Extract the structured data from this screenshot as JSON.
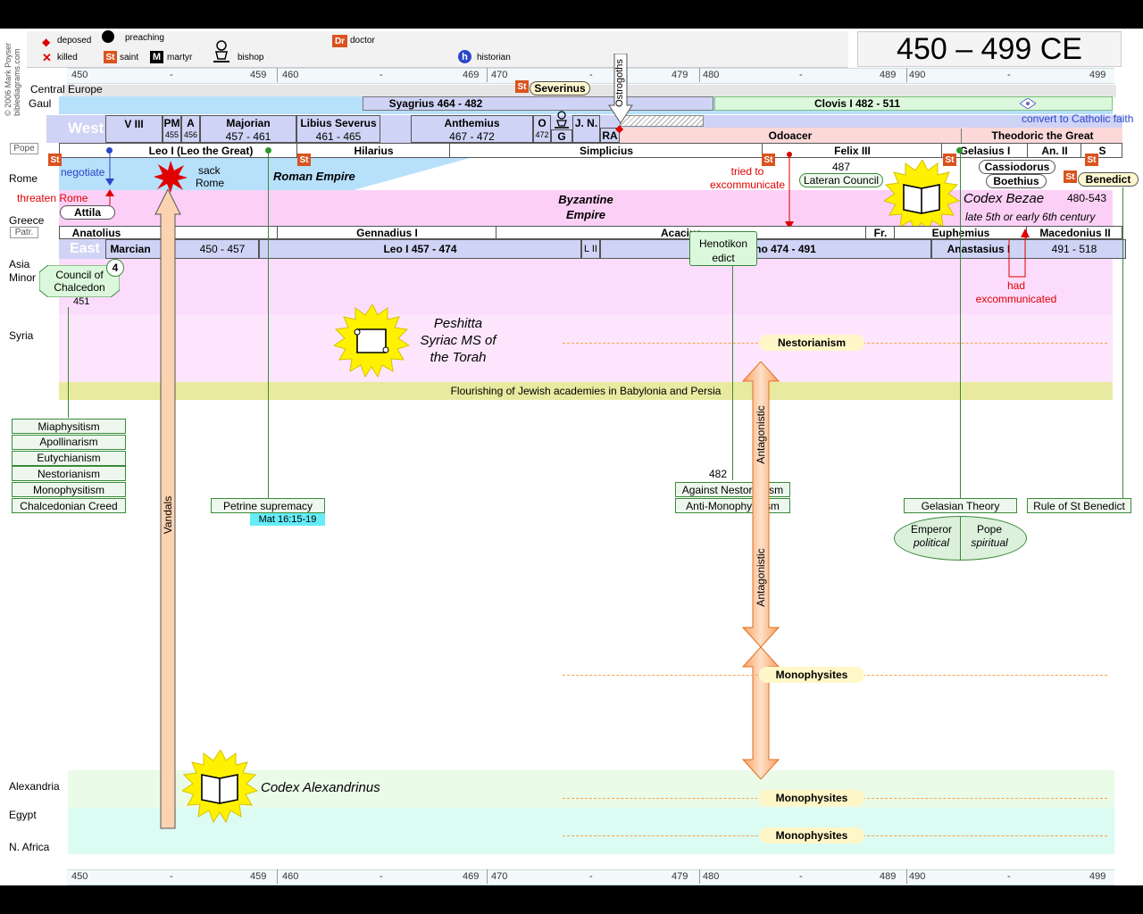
{
  "title": "450 – 499 CE",
  "copyright": [
    "© 2006 Mark Poyser",
    "biblediagrams.com"
  ],
  "legend": {
    "deposed": "deposed",
    "killed": "killed",
    "preaching": "preaching",
    "saint": "saint",
    "martyr": "martyr",
    "bishop": "bishop",
    "doctor": "doctor",
    "historian": "historian",
    "st": "St",
    "m": "M",
    "dr": "Dr",
    "h": "h"
  },
  "ruler": [
    "450",
    "-",
    "459",
    "460",
    "-",
    "469",
    "470",
    "-",
    "479",
    "480",
    "-",
    "489",
    "490",
    "-",
    "499"
  ],
  "regions": {
    "central_europe": "Central Europe",
    "gaul": "Gaul",
    "pope": "Pope",
    "rome": "Rome",
    "greece": "Greece",
    "patr": "Patr.",
    "asia": "Asia",
    "minor": "Minor",
    "syria": "Syria",
    "alexandria": "Alexandria",
    "egypt": "Egypt",
    "n_africa": "N. Africa"
  },
  "gaul": {
    "severinus": "Severinus",
    "syagrius": "Syagrius 464 - 482",
    "clovis": "Clovis I  482 - 511",
    "convert": "convert to Catholic faith"
  },
  "west": {
    "label": "West",
    "v3": "V III",
    "pm": "PM",
    "pm_year": "455",
    "a": "A",
    "a_year": "456",
    "majorian": "Majorian",
    "majorian_years": "457 - 461",
    "libius": "Libius Severus",
    "libius_years": "461 - 465",
    "anthemius": "Anthemius",
    "anthemius_years": "467 - 472",
    "o": "O",
    "o_year": "472",
    "g": "G",
    "jn": "J. N.",
    "ra": "RA",
    "odoacer": "Odoacer",
    "theodoric": "Theodoric the Great",
    "ostrogoths": "Ostrogoths"
  },
  "popes": {
    "leo": "Leo I   (Leo the Great)",
    "hilarius": "Hilarius",
    "simplicius": "Simplicius",
    "felix": "Felix III",
    "gelasius": "Gelasius I",
    "an2": "An. II",
    "s": "S"
  },
  "rome": {
    "negotiate": "negotiate",
    "sack": "sack",
    "rome": "Rome",
    "roman_empire": "Roman Empire",
    "tried": "tried to",
    "excommunicate": "excommunicate",
    "year487": "487",
    "lateran": "Lateran Council",
    "cassiodorus": "Cassiodorus",
    "boethius": "Boethius",
    "benedict": "Benedict",
    "codex_bezae": "Codex Bezae",
    "bezae_date": "late 5th or early 6th century",
    "bezae_years": "480-543",
    "threaten": "threaten Rome",
    "attila": "Attila",
    "byzantine": "Byzantine",
    "empire": "Empire"
  },
  "patriarchs": {
    "anatolius": "Anatolius",
    "gennadius": "Gennadius I",
    "acacius": "Acacius",
    "fr": "Fr.",
    "euphemius": "Euphemius",
    "macedonius": "Macedonius II"
  },
  "east": {
    "label": "East",
    "marcian": "Marcian",
    "marcian_years": "450 - 457",
    "leo": "Leo I   457 - 474",
    "l2": "L II",
    "zeno": "Zeno    474 - 491",
    "anastasius": "Anastasius I",
    "anastasius_years": "491 - 518",
    "henotikon": "Henotikon",
    "edict": "edict",
    "had": "had",
    "excommunicated": "excommunicated"
  },
  "asia": {
    "council": "Council of",
    "chalcedon": "Chalcedon",
    "year": "451",
    "num": "4"
  },
  "syria": {
    "peshitta1": "Peshitta",
    "peshitta2": "Syriac MS of",
    "peshitta3": "the Torah",
    "nestorianism": "Nestorianism",
    "jewish": "Flourishing of Jewish academies in Babylonia and Persia"
  },
  "heresies": [
    "Miaphysitism",
    "Apollinarism",
    "Eutychianism",
    "Nestorianism",
    "Monophysitism",
    "Chalcedonian Creed"
  ],
  "vandals": "Vandals",
  "petrine": "Petrine supremacy",
  "mat": "Mat 16:15-19",
  "antagonistic": "Antagonistic",
  "year482": "482",
  "against_nest": "Against Nestorianism",
  "anti_mono": "Anti-Monophysitism",
  "gelasian": "Gelasian Theory",
  "emperor": "Emperor",
  "political": "political",
  "pope_word": "Pope",
  "spiritual": "spiritual",
  "rule": "Rule of St Benedict",
  "monophysites": "Monophysites",
  "codex_alex": "Codex Alexandrinus",
  "colors": {
    "west_blue": "#cfd3f5",
    "pink": "#fcdcfc",
    "byz_pink": "#f8c8f4",
    "rome_blue": "#b7e0fb",
    "gaul_green": "#dcf8dc",
    "jewish": "#e8eaa0",
    "alex_green": "#eafbe8",
    "egypt_cyan": "#dcfbf2",
    "odoacer": "#fcd8d8",
    "accent_red": "#e00000"
  }
}
